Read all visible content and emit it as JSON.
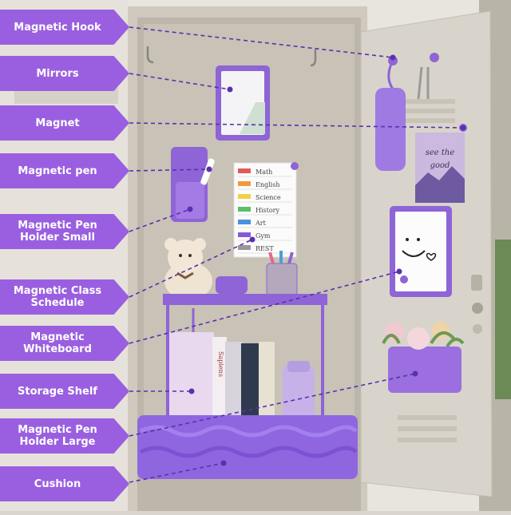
{
  "labels": [
    {
      "text": "Magnetic Hook"
    },
    {
      "text": "Mirrors"
    },
    {
      "text": "Magnet"
    },
    {
      "text": "Magnetic pen"
    },
    {
      "text": "Magnetic Pen Holder Small"
    },
    {
      "text": "Magnetic Class Schedule"
    },
    {
      "text": "Magnetic Whiteboard"
    },
    {
      "text": "Storage Shelf"
    },
    {
      "text": "Magnetic Pen Holder Large"
    },
    {
      "text": "Cushion"
    }
  ],
  "schedule": [
    "Math",
    "English",
    "Science",
    "History",
    "Art",
    "Gym",
    "REST"
  ],
  "schedule_colors": [
    "#e25b5b",
    "#f29a3a",
    "#f2d04a",
    "#5bbf6a",
    "#4a8fe0",
    "#8a5ad6",
    "#999999"
  ],
  "postcard": {
    "line1": "see the",
    "line2": "good"
  },
  "books": [
    "Sapiens"
  ],
  "colors": {
    "accent": "#9a5fe0",
    "locker": "#d8d3ca",
    "purple": "#8e64d6"
  }
}
